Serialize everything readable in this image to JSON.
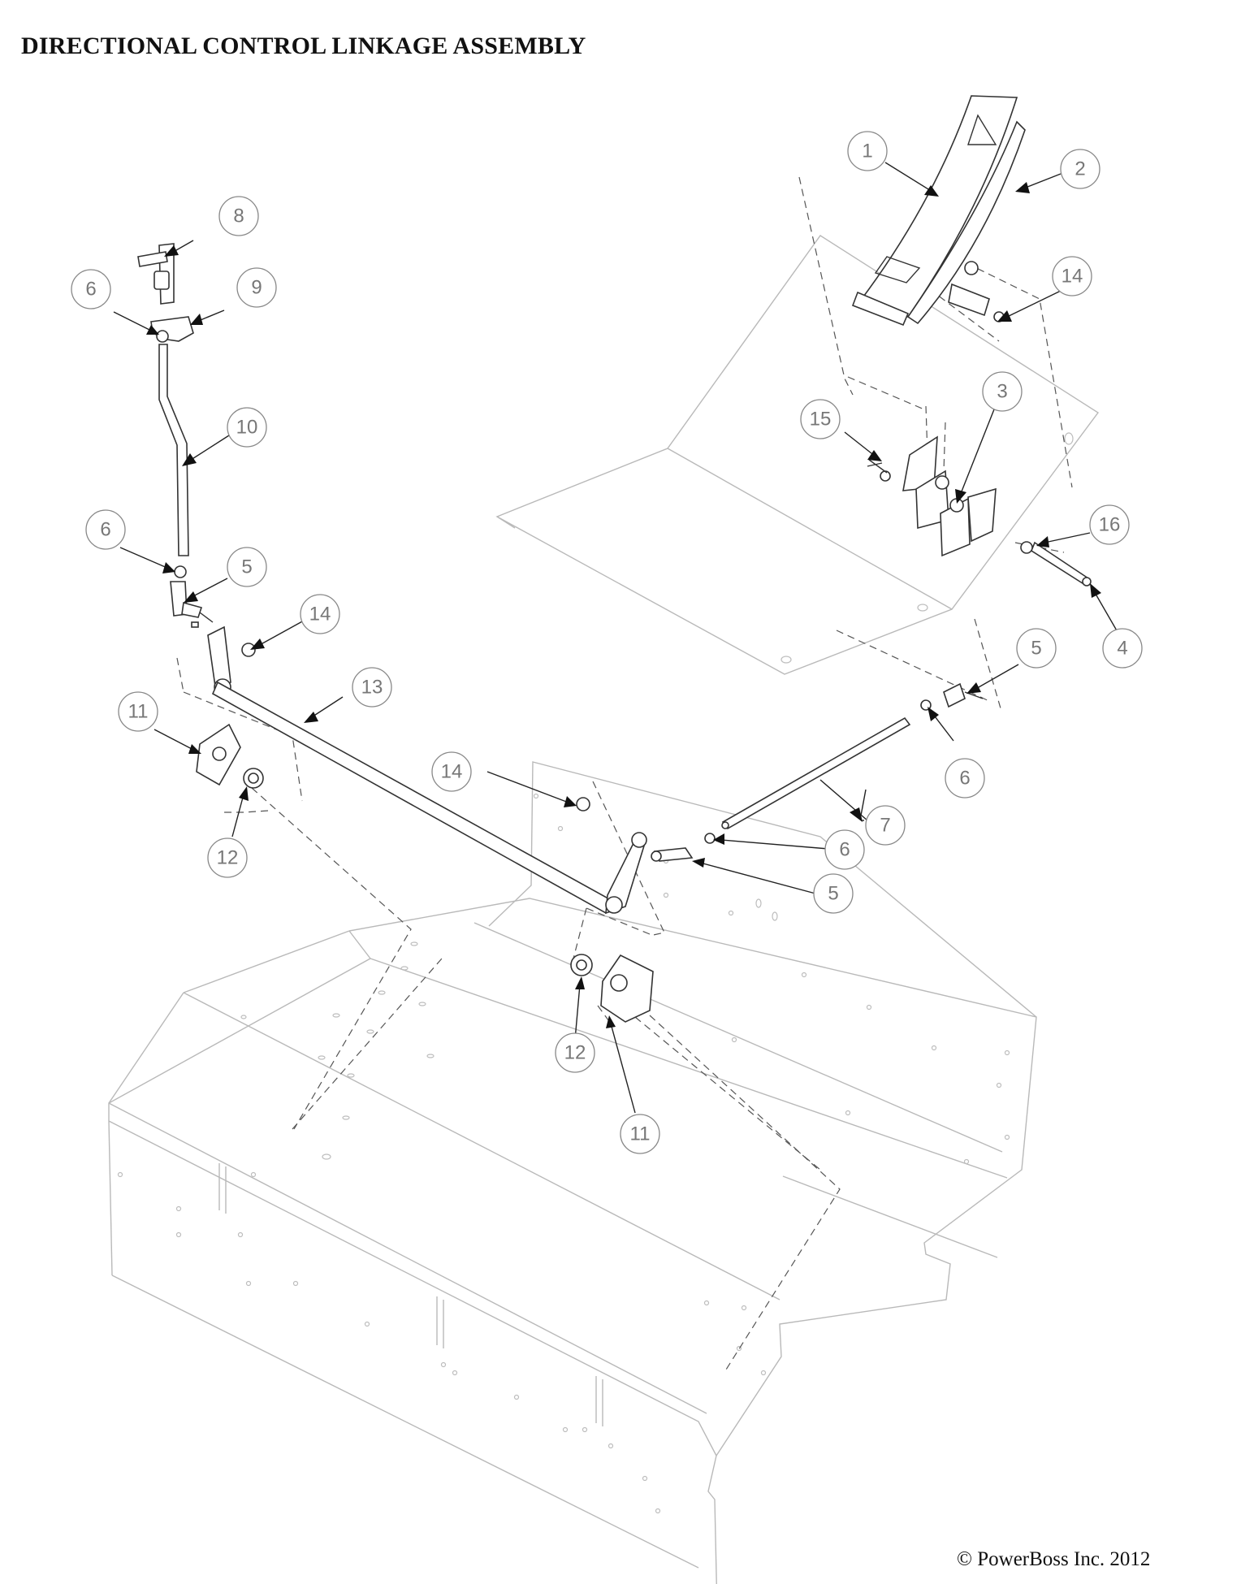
{
  "title": "DIRECTIONAL CONTROL LINKAGE ASSEMBLY",
  "copyright": "© PowerBoss Inc. 2012",
  "callouts": [
    "1",
    "2",
    "3",
    "4",
    "5",
    "5",
    "5",
    "6",
    "6",
    "6",
    "6",
    "7",
    "8",
    "9",
    "10",
    "11",
    "11",
    "12",
    "12",
    "13",
    "14",
    "14",
    "14",
    "15",
    "16"
  ],
  "colors": {
    "text": "#111111",
    "balloon": "#888888",
    "sheet_metal": "#b9b9b9",
    "parts": "#333333"
  }
}
